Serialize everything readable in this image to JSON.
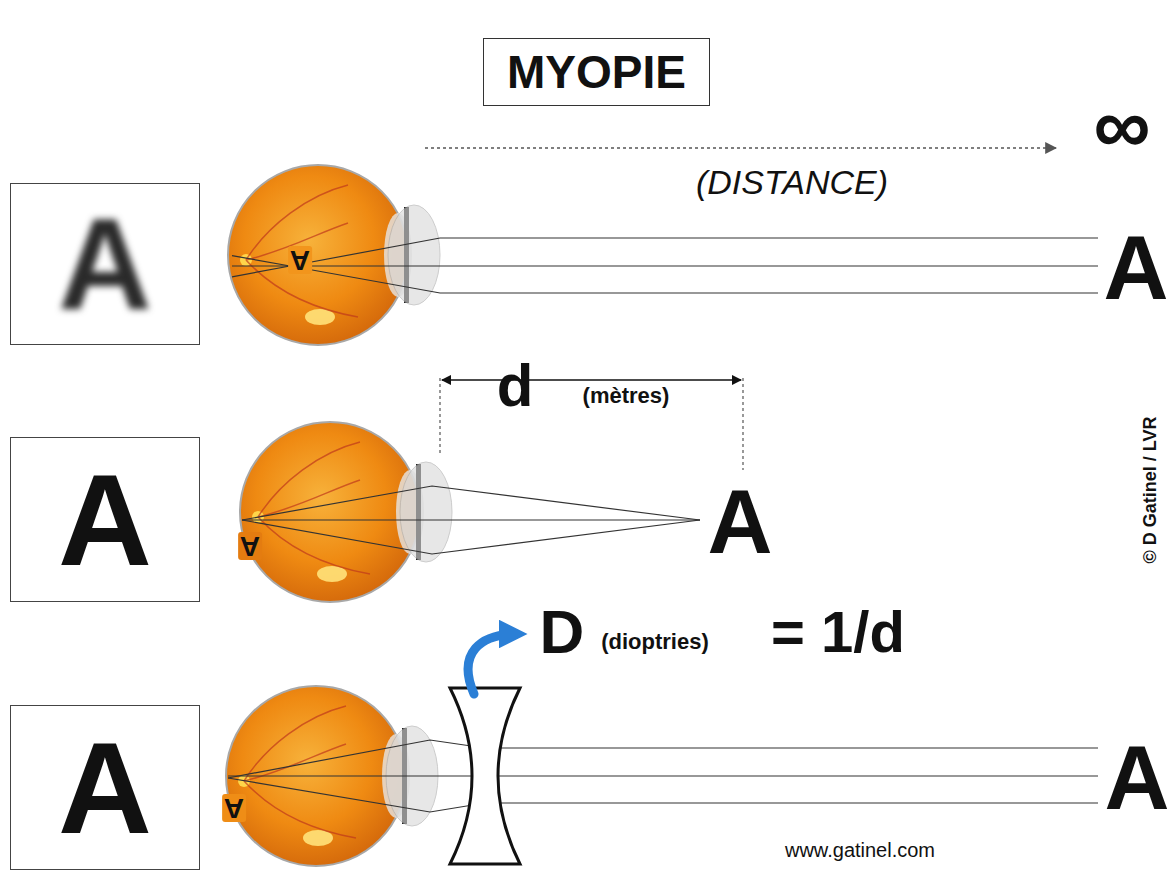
{
  "diagram": {
    "title": "MYOPIE",
    "nodes": [
      {
        "text": [
          "A"
        ]
      },
      {
        "text": [
          "A"
        ]
      },
      {
        "text": [
          "A"
        ]
      }
    ],
    "labels": [
      "(DISTANCE)",
      "∞",
      "A",
      "A",
      "d",
      "(mètres)",
      "A",
      "A",
      "D",
      "(dioptries)",
      "= 1/d",
      "A",
      "A",
      "© D Gatinel / LVR",
      "www.gatinel.com"
    ]
  }
}
